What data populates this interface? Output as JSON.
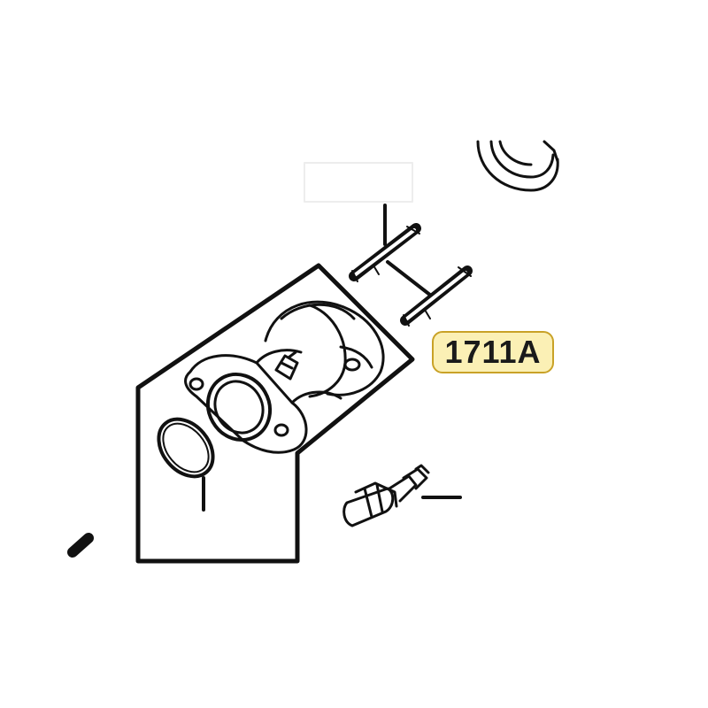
{
  "callout": {
    "label": "1711A"
  },
  "colors": {
    "line": "#111111",
    "callout_fill": "#fbf0b5",
    "callout_border": "#c9a227"
  },
  "parts": [
    "hose-clamp",
    "stud-bolt",
    "stud-bolt",
    "thermostat-housing",
    "o-ring-gasket",
    "temperature-sensor"
  ]
}
